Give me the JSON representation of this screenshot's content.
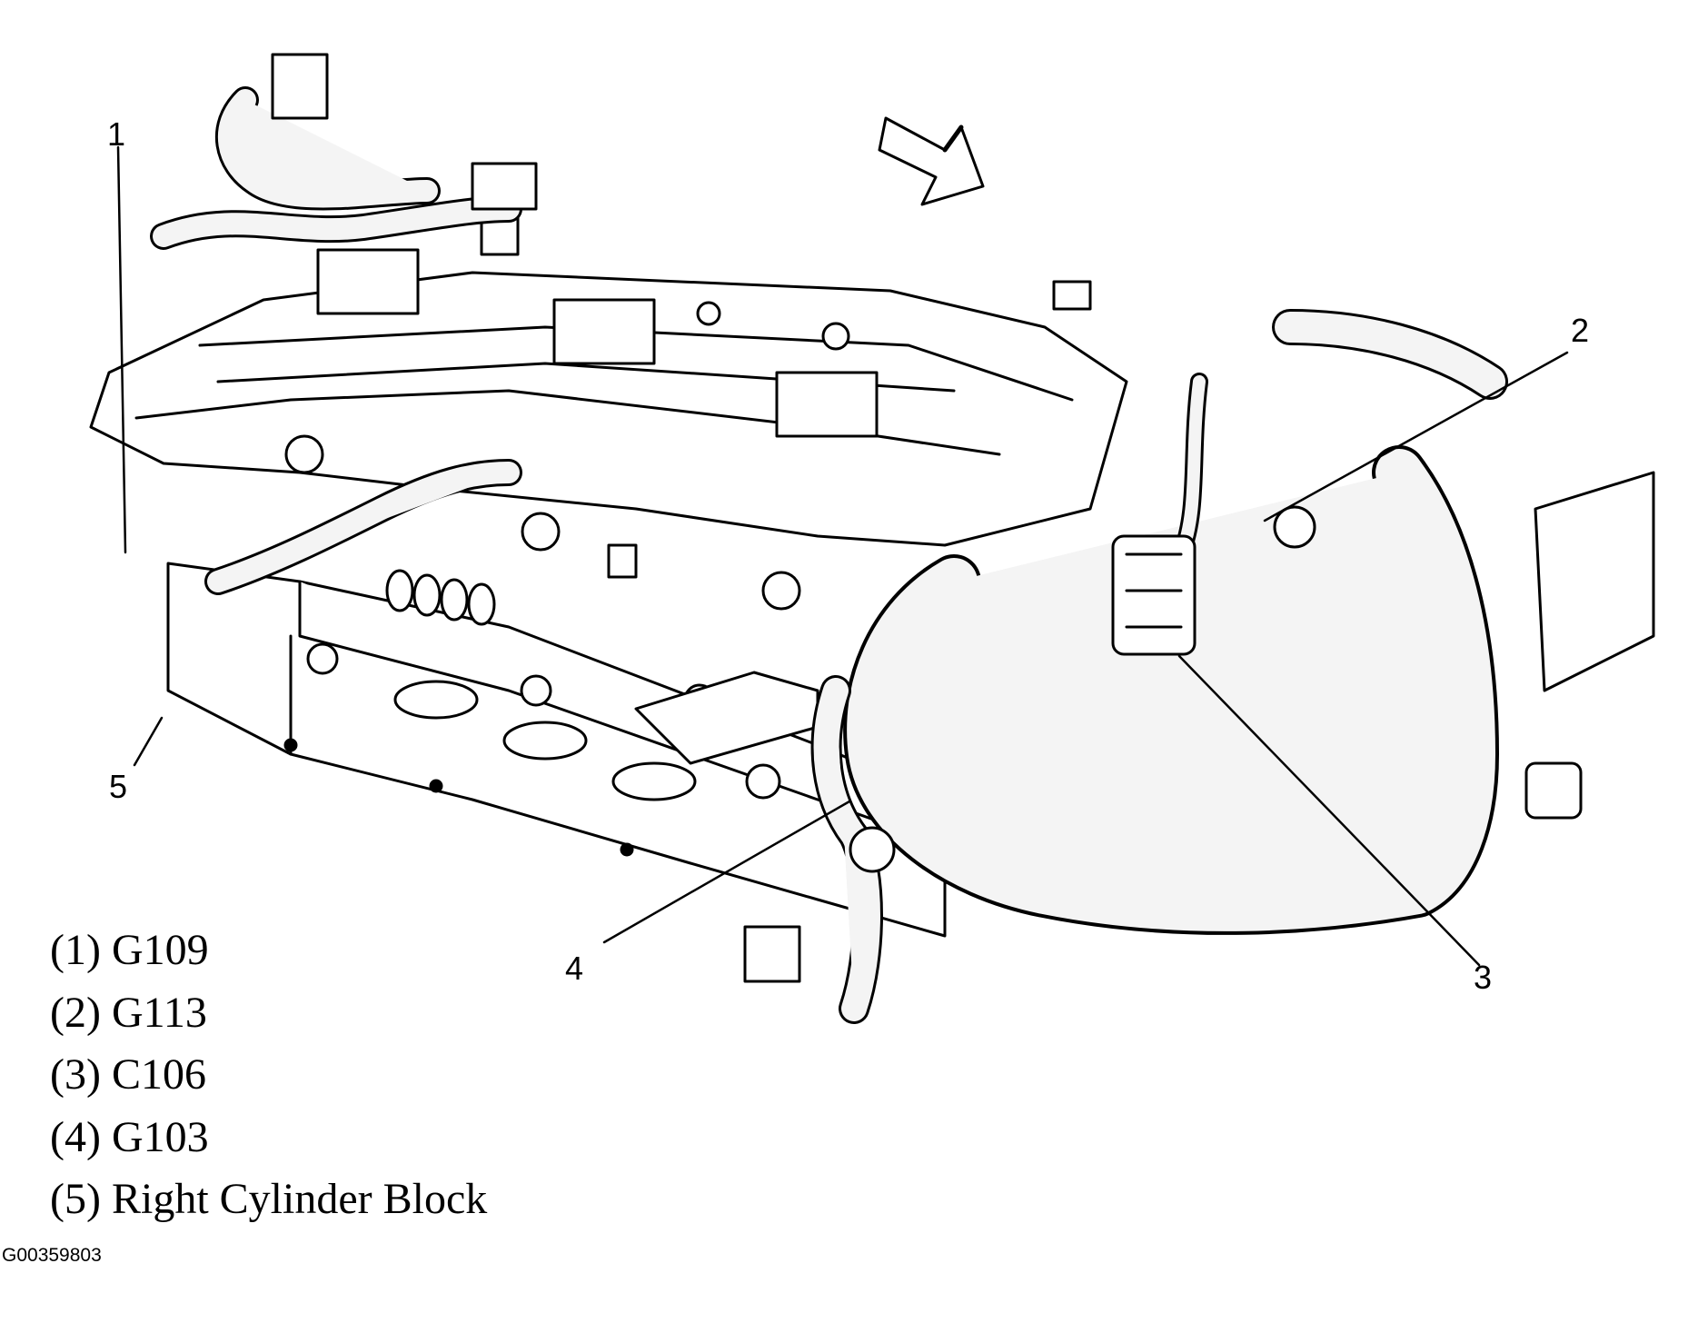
{
  "callouts": [
    {
      "id": "1",
      "label": "1"
    },
    {
      "id": "2",
      "label": "2"
    },
    {
      "id": "3",
      "label": "3"
    },
    {
      "id": "4",
      "label": "4"
    },
    {
      "id": "5",
      "label": "5"
    }
  ],
  "legend": [
    {
      "number": "(1)",
      "name": "G109",
      "text": "(1) G109"
    },
    {
      "number": "(2)",
      "name": "G113",
      "text": "(2) G113"
    },
    {
      "number": "(3)",
      "name": "C106",
      "text": "(3) C106"
    },
    {
      "number": "(4)",
      "name": "G103",
      "text": "(4) G103"
    },
    {
      "number": "(5)",
      "name": "Right Cylinder Block",
      "text": "(5) Right Cylinder Block"
    }
  ],
  "figure_id": "G00359803",
  "colors": {
    "ink": "#000000",
    "paper": "#ffffff",
    "harness_fill": "#f4f4f4"
  },
  "icons": [
    "direction-arrow-icon"
  ]
}
